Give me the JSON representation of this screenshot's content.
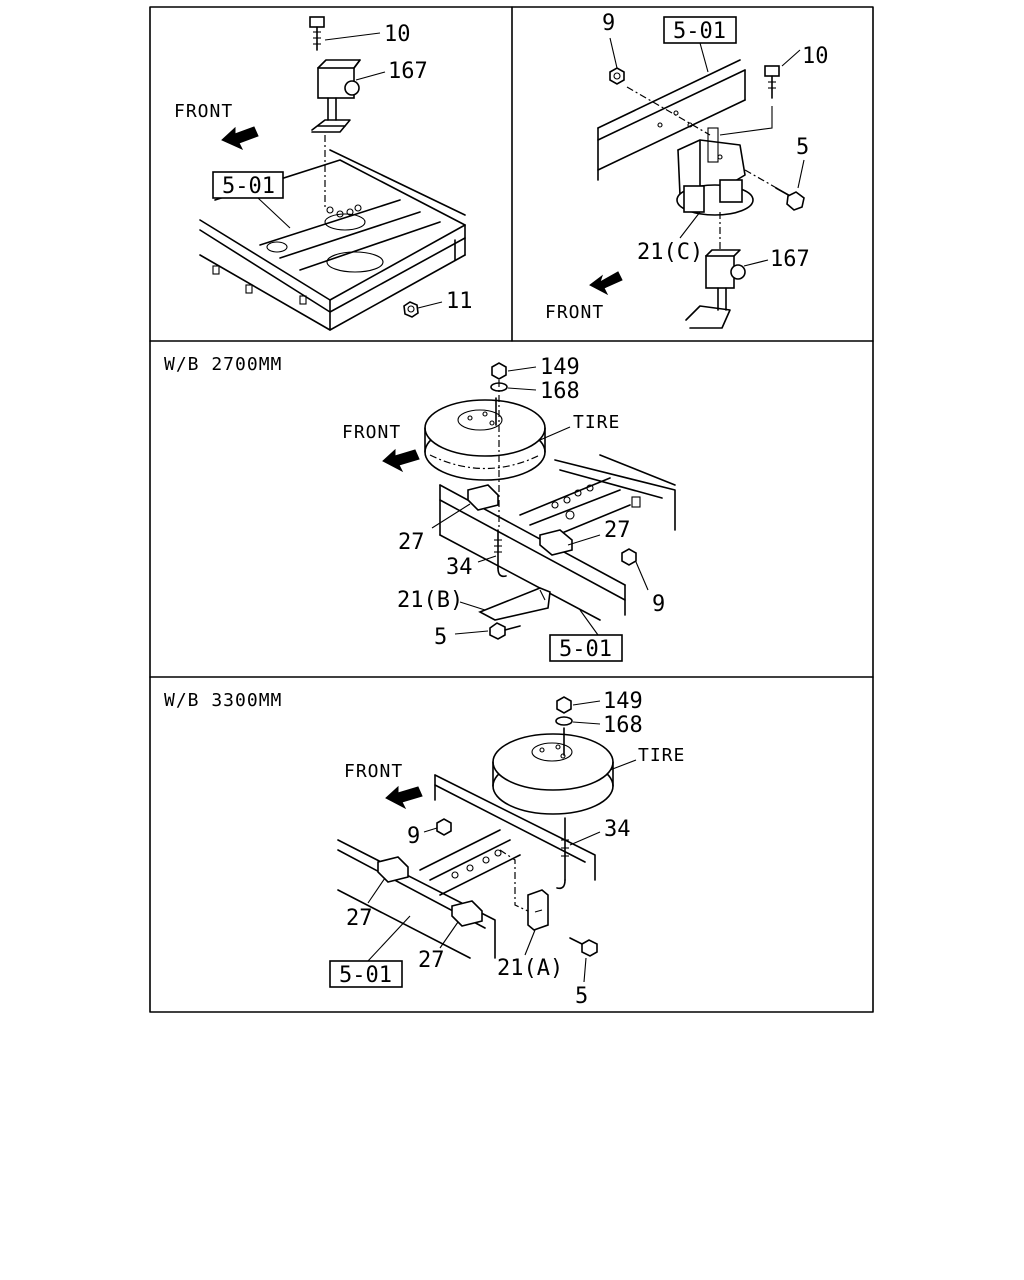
{
  "panels": {
    "p1": {
      "front": "FRONT",
      "ref_box": "5-01",
      "callouts": [
        "10",
        "167",
        "11"
      ]
    },
    "p2": {
      "front": "FRONT",
      "ref_box": "5-01",
      "callouts": [
        "9",
        "10",
        "5",
        "21(C)",
        "167"
      ]
    },
    "p3": {
      "heading": "W/B 2700MM",
      "front": "FRONT",
      "ref_box": "5-01",
      "tire": "TIRE",
      "callouts": [
        "149",
        "168",
        "27",
        "27",
        "34",
        "9",
        "21(B)",
        "5"
      ]
    },
    "p4": {
      "heading": "W/B 3300MM",
      "front": "FRONT",
      "ref_box": "5-01",
      "tire": "TIRE",
      "callouts": [
        "149",
        "168",
        "9",
        "34",
        "27",
        "27",
        "21(A)",
        "5"
      ]
    }
  }
}
